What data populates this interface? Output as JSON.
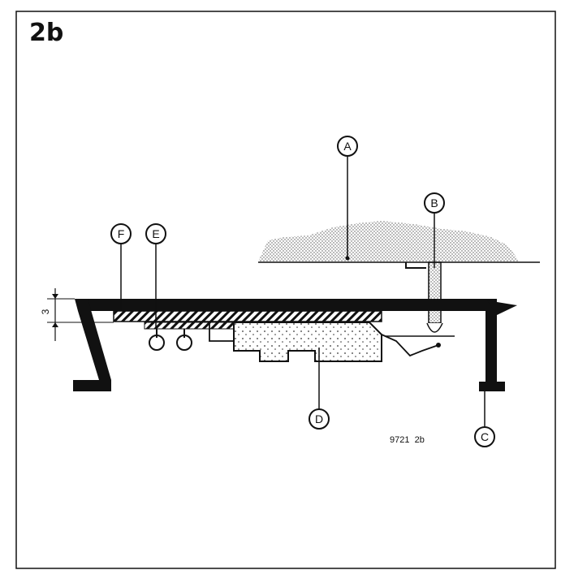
{
  "figure": {
    "label": "2b",
    "reference": "9721  2b",
    "dimension_value": "3"
  },
  "callouts": [
    {
      "letter": "A"
    },
    {
      "letter": "B"
    },
    {
      "letter": "C"
    },
    {
      "letter": "D"
    },
    {
      "letter": "E"
    },
    {
      "letter": "F"
    }
  ],
  "colors": {
    "ink": "#111111",
    "paper": "#ffffff"
  }
}
